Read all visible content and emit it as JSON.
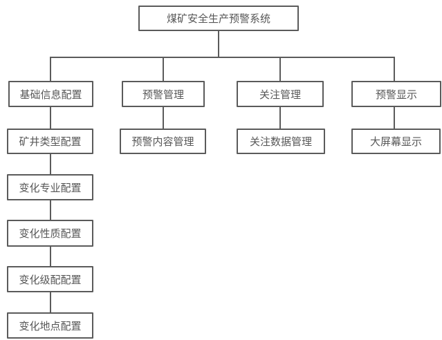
{
  "diagram": {
    "root_label": "煤矿安全生产预警系统",
    "branches": [
      {
        "label": "基础信息配置",
        "children": [
          "矿井类型配置",
          "变化专业配置",
          "变化性质配置",
          "变化级配配置",
          "变化地点配置"
        ]
      },
      {
        "label": "预警管理",
        "children": [
          "预警内容管理"
        ]
      },
      {
        "label": "关注管理",
        "children": [
          "关注数据管理"
        ]
      },
      {
        "label": "预警显示",
        "children": [
          "大屏幕显示"
        ]
      }
    ],
    "colors": {
      "border": "#5a5a5a",
      "connector": "#5a5a5a",
      "text": "#575757",
      "background": "#ffffff"
    }
  }
}
